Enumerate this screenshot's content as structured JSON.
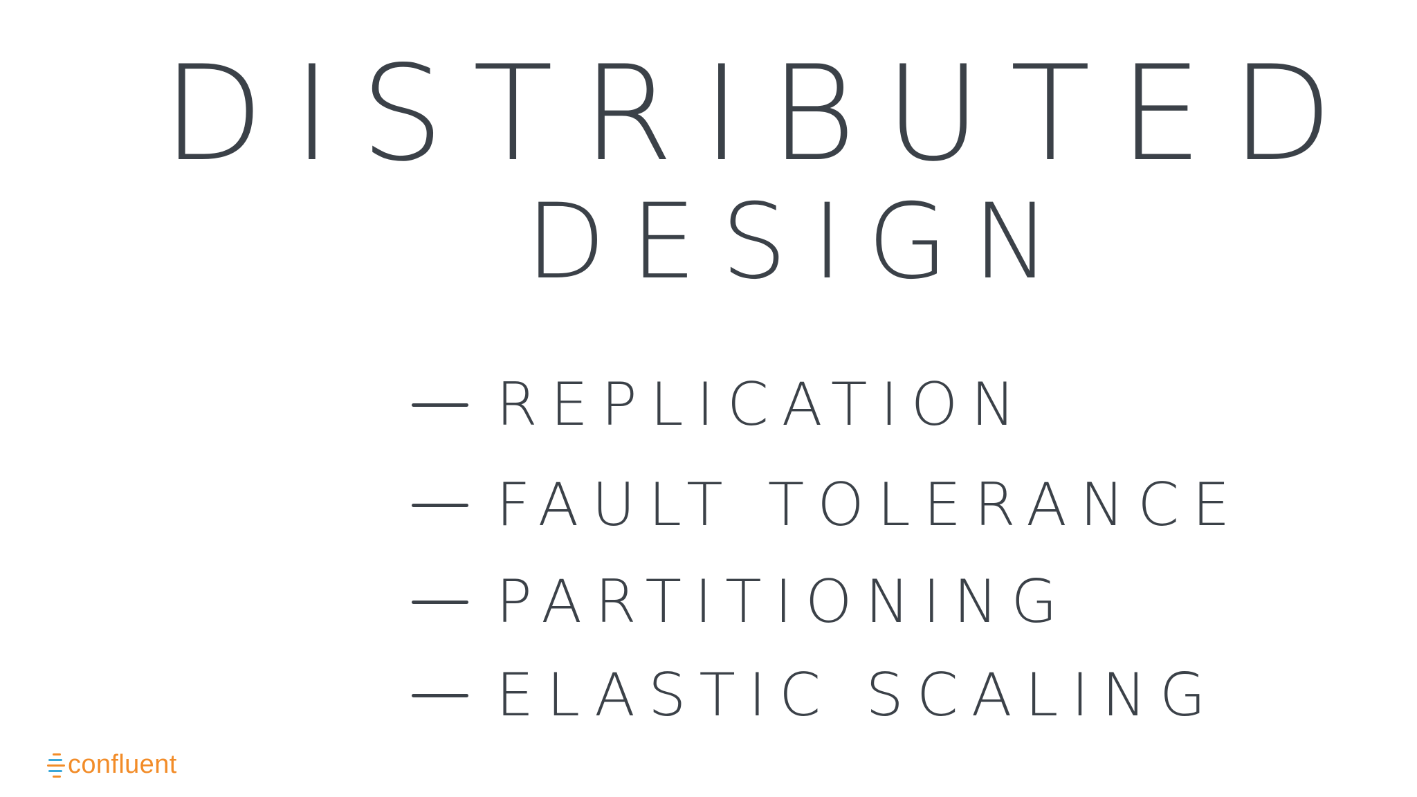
{
  "slide": {
    "title_line_1": "DISTRIBUTED BY",
    "title_line_2": "DESIGN",
    "bullets": [
      "REPLICATION",
      "FAULT TOLERANCE",
      "PARTITIONING",
      "ELASTIC SCALING"
    ]
  },
  "logo": {
    "name": "confluent",
    "text_color": "#f28c28",
    "mark_colors": [
      "#f28c28",
      "#3aa7d8"
    ]
  },
  "colors": {
    "ink": "#3b4148",
    "background": "#ffffff"
  }
}
